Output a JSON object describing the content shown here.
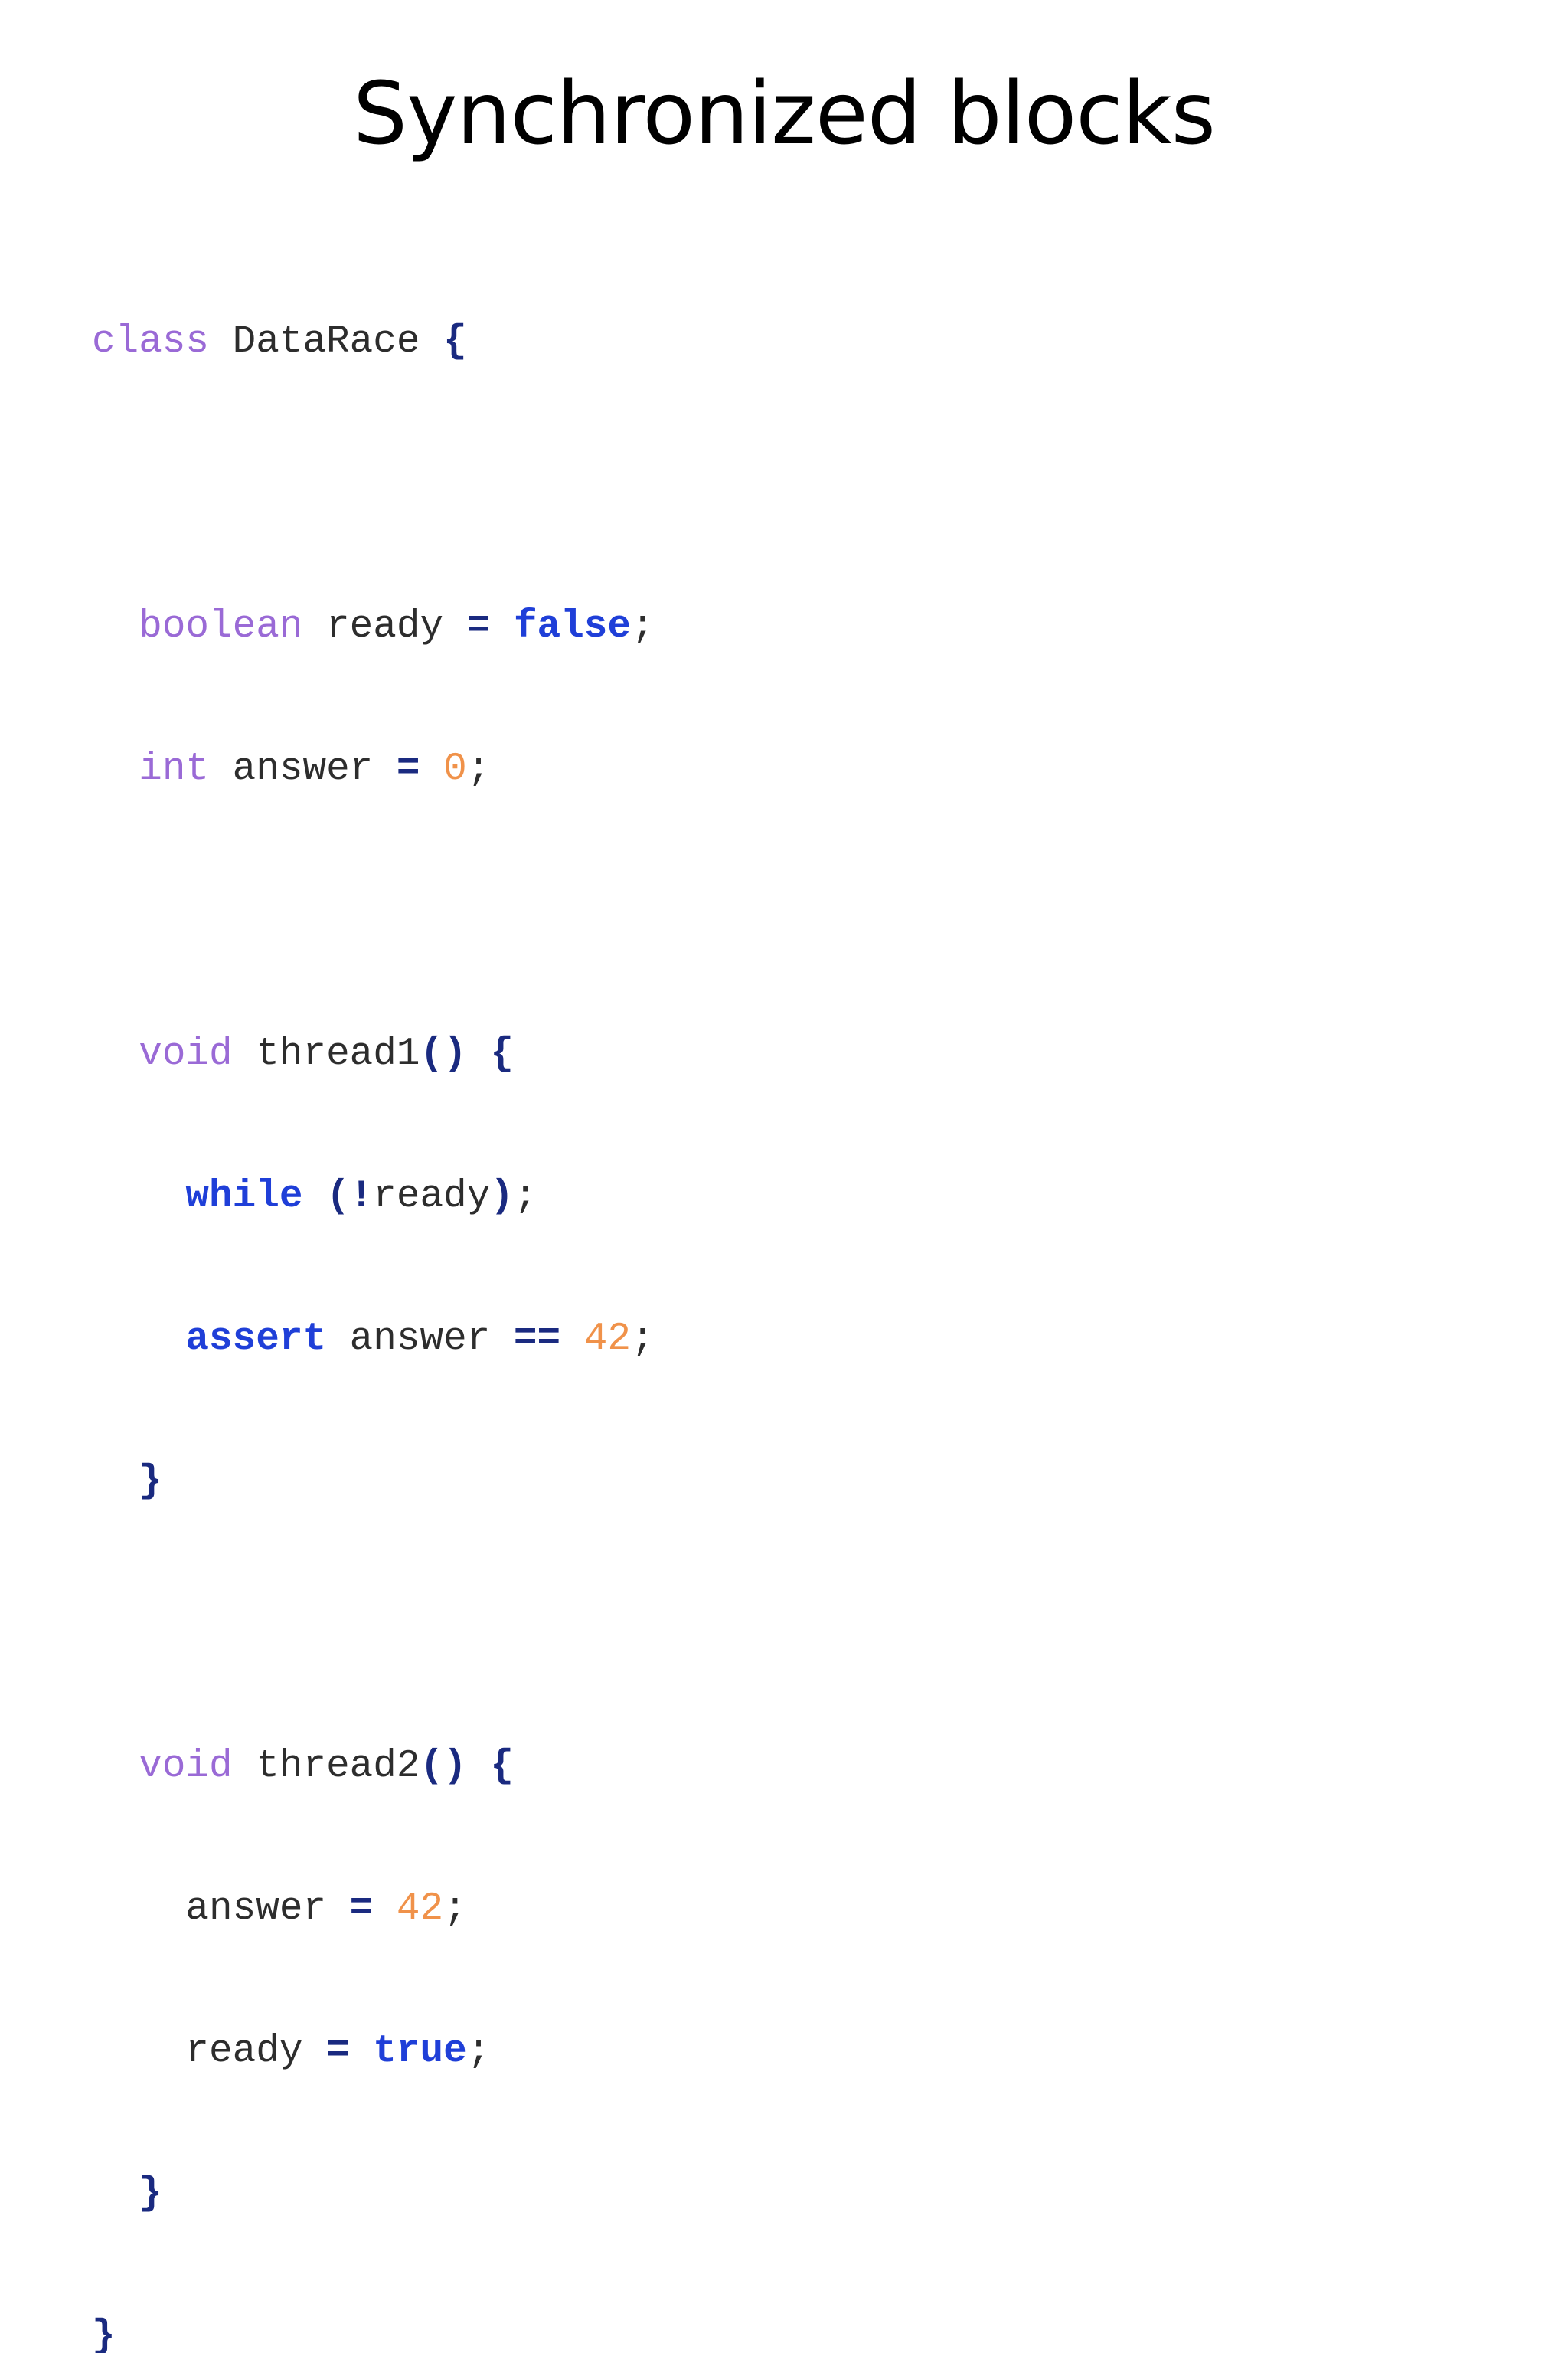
{
  "slide": {
    "title": "Synchronized blocks"
  },
  "code": {
    "l1": {
      "kw": "class",
      "name": "DataRace",
      "brace": "{"
    },
    "l2": {
      "type": "boolean",
      "name": "ready",
      "op": "=",
      "value": "false",
      "semi": ";"
    },
    "l3": {
      "type": "int",
      "name": "answer",
      "op": "=",
      "value": "0",
      "semi": ";"
    },
    "l4": {
      "type": "void",
      "name": "thread1",
      "parens": "()",
      "brace": "{"
    },
    "l5": {
      "kw": "while",
      "open": "(!",
      "name": "ready",
      "close": ")",
      "semi": ";"
    },
    "l6": {
      "kw": "assert",
      "name": "answer",
      "op": "==",
      "value": "42",
      "semi": ";"
    },
    "l7": {
      "brace": "}"
    },
    "l8": {
      "type": "void",
      "name": "thread2",
      "parens": "()",
      "brace": "{"
    },
    "l9": {
      "name": "answer",
      "op": "=",
      "value": "42",
      "semi": ";"
    },
    "l10": {
      "name": "ready",
      "op": "=",
      "value": "true",
      "semi": ";"
    },
    "l11": {
      "brace": "}"
    },
    "l12": {
      "brace": "}"
    }
  },
  "colors": {
    "type_keyword": "#9a6ad6",
    "bold_keyword": "#1f3fd8",
    "number": "#f0924a",
    "punctuation": "#1a2a80",
    "identifier": "#2d2d2d"
  }
}
